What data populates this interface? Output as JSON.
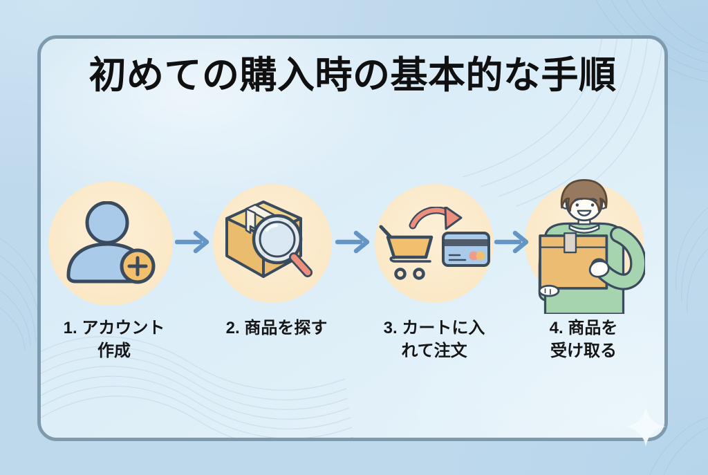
{
  "title": "初めての購入時の基本的な手順",
  "steps": [
    {
      "id": 1,
      "icon": "user-add-icon",
      "lines": [
        "1. アカウント",
        "作成"
      ]
    },
    {
      "id": 2,
      "icon": "box-search-icon",
      "lines": [
        "2. 商品を探す"
      ]
    },
    {
      "id": 3,
      "icon": "cart-payment-icon",
      "lines": [
        "3. カートに入",
        "れて注文"
      ]
    },
    {
      "id": 4,
      "icon": "receive-package-icon",
      "lines": [
        "4. 商品を",
        "受け取る"
      ]
    }
  ],
  "flow": {
    "direction": "left-to-right",
    "arrow_count": 3
  },
  "colors": {
    "background": "#BFD9EC",
    "card_fill": "#DCEDF7",
    "card_border": "#7E9BAE",
    "circle_fill": "#FBE8C6",
    "arrow_blue": "#6495C4",
    "outline_dark": "#3A4B5E",
    "accent_orange": "#F2BF6D",
    "accent_salmon": "#EE8F7E",
    "accent_blue_light": "#A9CBE9",
    "accent_green": "#A5D4AE",
    "box_tan": "#EBBC72",
    "box_top": "#F4D78F",
    "box_side": "#E9BC6E",
    "lens_fill": "#E4EFF7",
    "skin": "#FFFDF6",
    "hair_brown": "#97795F",
    "card_stripe": "#505B6C",
    "pay_circle_left": "#EF9B8B",
    "pay_circle_right": "#F2BE6C",
    "title_color": "#101010",
    "label_color": "#161616",
    "wave_line": "#9DBACD",
    "sparkle": "#F4FAFD"
  }
}
